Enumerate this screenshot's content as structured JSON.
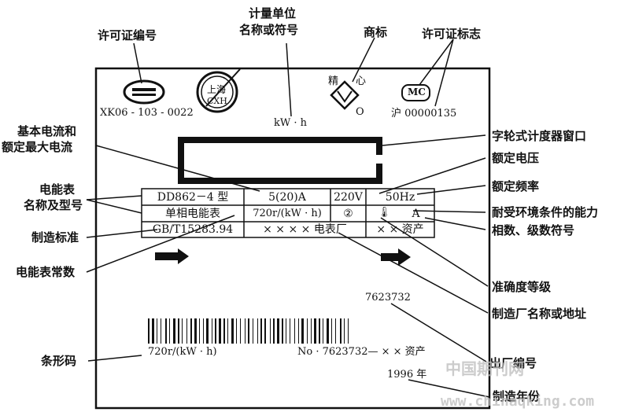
{
  "callouts": {
    "license_number": "许可证编号",
    "unit_line1": "计量单位",
    "unit_line2": "名称或符号",
    "trademark": "商标",
    "license_mark": "许可证标志",
    "basic_current_line1": "基本电流和",
    "basic_current_line2": "额定最大电流",
    "register_window": "字轮式计度器窗口",
    "rated_voltage": "额定电压",
    "meter_name_line1": "电能表",
    "meter_name_line2": "名称及型号",
    "rated_frequency": "额定频率",
    "environment": "耐受环境条件的能力",
    "phase_grade": "相数、级数符号",
    "standard": "制造标准",
    "meter_constant": "电能表常数",
    "accuracy": "准确度等级",
    "manufacturer": "制造厂名称或地址",
    "barcode": "条形码",
    "serial": "出厂编号",
    "year": "制造年份"
  },
  "meter": {
    "license_no": "XK06 - 103 - 0022",
    "logo_text_top": "上海",
    "logo_text_bottom": "CXH",
    "unit": "kW · h",
    "trademark_chars": [
      "精",
      "心"
    ],
    "trademark_o": "O",
    "mc_badge": "MC",
    "mc_number": "沪 00000135",
    "table": {
      "r1": [
        "DD862－4 型",
        "5(20)A",
        "220V",
        "50Hz"
      ],
      "r2": [
        "单相电能表",
        "720r/(kW · h)",
        "②",
        "A"
      ],
      "r3": [
        "GB/T15283.94",
        "× × × ×  电表厂",
        "× ×  资产"
      ]
    },
    "serial_top": "7623732",
    "barcode_constant": "720r/(kW · h)",
    "barcode_serial": "No · 7623732— × ×  资产",
    "year": "1996 年"
  },
  "watermarks": {
    "cn": "中国期刊网",
    "en": "www.chinaqking.com"
  }
}
